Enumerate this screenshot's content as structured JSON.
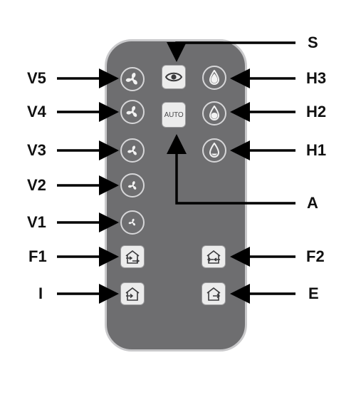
{
  "labels": {
    "S": "S",
    "V5": "V5",
    "V4": "V4",
    "V3": "V3",
    "V2": "V2",
    "V1": "V1",
    "H3": "H3",
    "H2": "H2",
    "H1": "H1",
    "A": "A",
    "F1": "F1",
    "F2": "F2",
    "I": "I",
    "E": "E"
  },
  "buttons": {
    "auto_text": "AUTO"
  },
  "colors": {
    "remote_body": "#6e6e70",
    "remote_border": "#c9c9cb",
    "button_ring": "#d6d6d8",
    "square_button": "#ececec",
    "arrow": "#000000"
  }
}
